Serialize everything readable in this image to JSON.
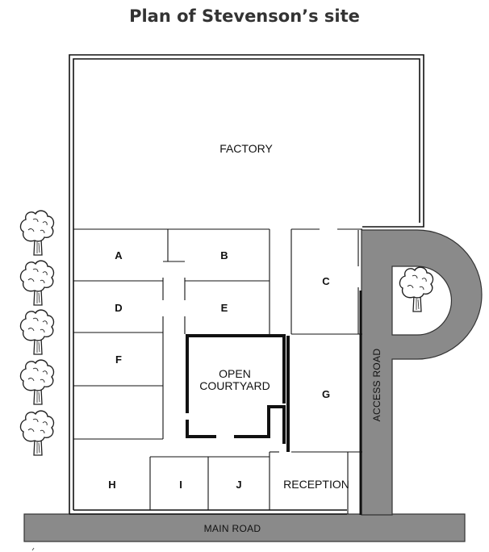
{
  "title": "Plan of Stevenson’s site",
  "areas": {
    "factory": "FACTORY",
    "a": "A",
    "b": "B",
    "c": "C",
    "d": "D",
    "e": "E",
    "f": "F",
    "g": "G",
    "h": "H",
    "i": "I",
    "j": "J",
    "courtyard_line1": "OPEN",
    "courtyard_line2": "COURTYARD",
    "reception": "RECEPTION"
  },
  "roads": {
    "main": "MAIN ROAD",
    "access": "ACCESS ROAD"
  },
  "colors": {
    "road": "#8a8a8a",
    "road_edge": "#333333",
    "wall": "#111111",
    "tree_canopy": "#ffffff"
  },
  "icons": {
    "tree": "tree-icon"
  }
}
